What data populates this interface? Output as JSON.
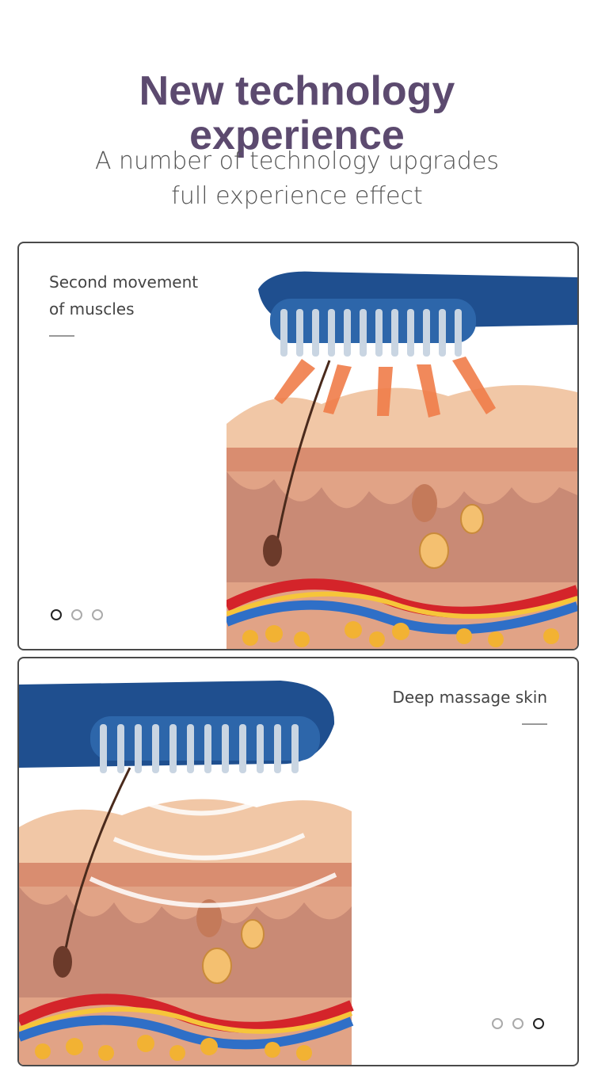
{
  "header": {
    "title_line1": "New technology",
    "title_line2": "experience",
    "subtitle_line1": "A number of technology upgrades",
    "subtitle_line2": "full experience effect"
  },
  "panels": [
    {
      "caption_line1": "Second movement",
      "caption_line2": "of muscles",
      "active_dot": 0,
      "illustration_icon": "massage-brush-skin-illustration"
    },
    {
      "caption_line1": "Deep massage skin",
      "caption_line2": "",
      "active_dot": 2,
      "illustration_icon": "massage-brush-skin-illustration"
    }
  ],
  "colors": {
    "title": "#5c4a6f",
    "device_blue": "#1f4f8f",
    "skin": "#e4a88a",
    "arrow": "#f07d4a",
    "fat": "#f2b233"
  }
}
